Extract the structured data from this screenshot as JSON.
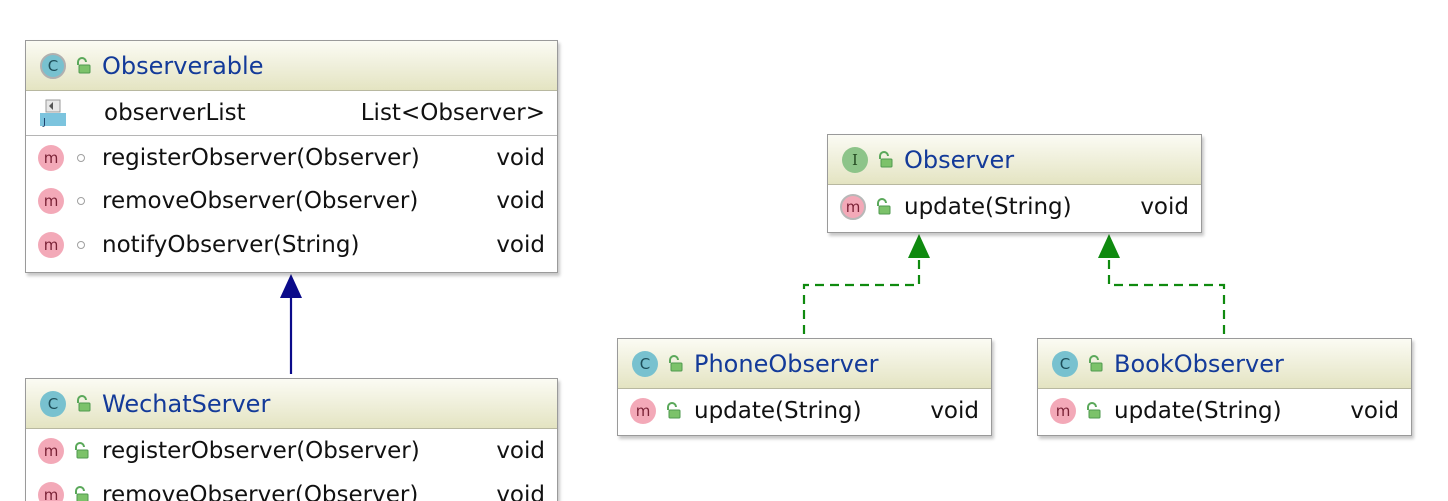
{
  "colors": {
    "class_title": "#133a99",
    "inheritance_arrow": "#0b0b8a",
    "realization_arrow": "#0f8a0f",
    "header_gradient_top": "#fbfbf4",
    "header_gradient_bottom": "#e4e4c2"
  },
  "icons": {
    "class": "class-c-icon",
    "interface": "interface-i-icon",
    "method": "method-m-icon",
    "field": "field-icon",
    "public": "unlocked-lock-icon",
    "package_private": "circle-dot-icon"
  },
  "classes": {
    "observerable": {
      "badge": "C",
      "name": "Observerable",
      "fields": [
        {
          "name": "observerList",
          "type": "List<Observer>"
        }
      ],
      "methods": [
        {
          "badge": "m",
          "name": "registerObserver(Observer)",
          "type": "void"
        },
        {
          "badge": "m",
          "name": "removeObserver(Observer)",
          "type": "void"
        },
        {
          "badge": "m",
          "name": "notifyObserver(String)",
          "type": "void"
        }
      ]
    },
    "wechat_server": {
      "badge": "C",
      "name": "WechatServer",
      "methods": [
        {
          "badge": "m",
          "name": "registerObserver(Observer)",
          "type": "void"
        },
        {
          "badge": "m",
          "name": "removeObserver(Observer)",
          "type": "void"
        }
      ]
    },
    "observer": {
      "badge": "I",
      "name": "Observer",
      "methods": [
        {
          "badge": "m",
          "name": "update(String)",
          "type": "void"
        }
      ]
    },
    "phone_observer": {
      "badge": "C",
      "name": "PhoneObserver",
      "methods": [
        {
          "badge": "m",
          "name": "update(String)",
          "type": "void"
        }
      ]
    },
    "book_observer": {
      "badge": "C",
      "name": "BookObserver",
      "methods": [
        {
          "badge": "m",
          "name": "update(String)",
          "type": "void"
        }
      ]
    }
  }
}
